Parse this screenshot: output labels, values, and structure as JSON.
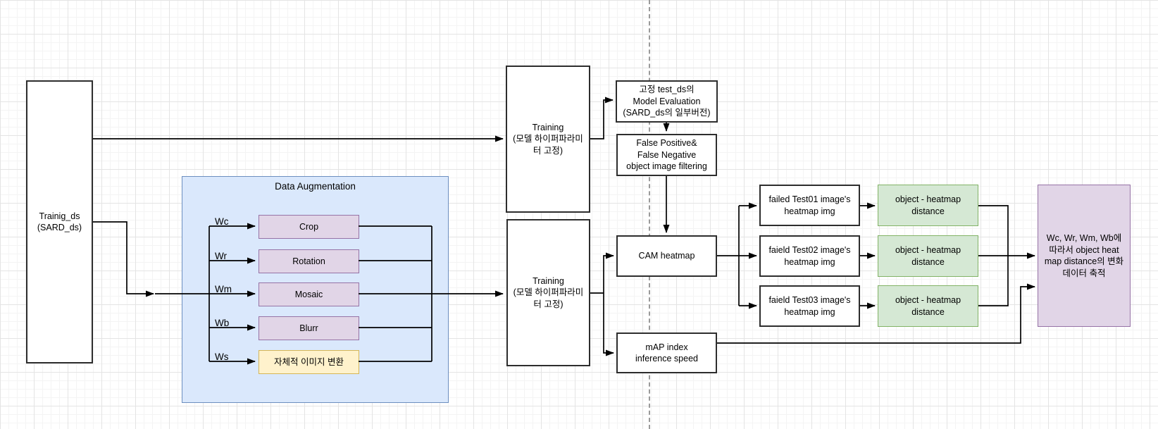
{
  "diagram_title": "model training / CAM heatmap evaluation flow",
  "colors": {
    "container_blue_fill": "#dae8fc",
    "container_blue_border": "#6c8ebf",
    "purple_fill": "#e1d5e7",
    "purple_border": "#9673a6",
    "yellow_fill": "#fff2cc",
    "yellow_border": "#d6b656",
    "green_fill": "#d5e8d4",
    "green_border": "#82b366",
    "white_box_border": "#2d2d2d",
    "connector": "#000000",
    "dashed_divider": "#9a9a9a"
  },
  "nodes": {
    "training_ds": {
      "label": "Trainig_ds\n(SARD_ds)"
    },
    "data_augmentation": {
      "title": "Data Augmentation",
      "branches": [
        {
          "weight": "Wc",
          "label": "Crop"
        },
        {
          "weight": "Wr",
          "label": "Rotation"
        },
        {
          "weight": "Wm",
          "label": "Mosaic"
        },
        {
          "weight": "Wb",
          "label": "Blurr"
        },
        {
          "weight": "Ws",
          "label": "자체적 이미지 변환"
        }
      ]
    },
    "training_top": {
      "label": "Training\n(모델 하이퍼파라미\n터 고정)"
    },
    "training_bottom": {
      "label": "Training\n(모델 하이퍼파라미\n터 고정)"
    },
    "model_evaluation": {
      "label": "고정 test_ds의\nModel Evaluation\n(SARD_ds의 일부버전)"
    },
    "filtering": {
      "label": "False Positive&\nFalse Negative\nobject image filtering"
    },
    "cam_heatmap": {
      "label": "CAM heatmap"
    },
    "map_index": {
      "label": "mAP index\ninference speed"
    },
    "heatmap_imgs": [
      {
        "label": "failed Test01 image's\nheatmap img"
      },
      {
        "label": "faield Test02 image's\nheatmap img"
      },
      {
        "label": "faield Test03 image's\nheatmap img"
      }
    ],
    "distances": [
      {
        "label": "object - heatmap\ndistance"
      },
      {
        "label": "object - heatmap\ndistance"
      },
      {
        "label": "object - heatmap\ndistance"
      }
    ],
    "accumulation": {
      "label": "Wc, Wr, Wm, Wb에\n따라서 object heat\nmap distance의 변화\n데이터 축적"
    }
  }
}
